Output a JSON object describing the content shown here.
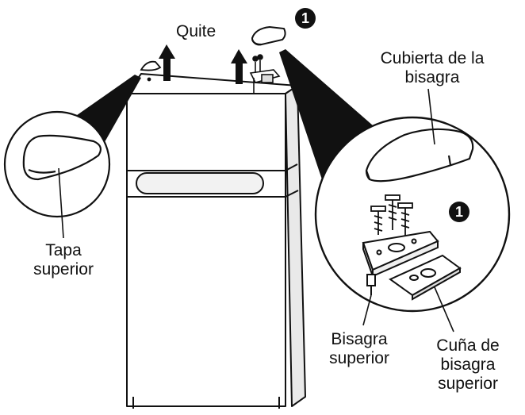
{
  "labels": {
    "remove": "Quite",
    "top_cap": [
      "Tapa",
      "superior"
    ],
    "hinge_cover": [
      "Cubierta de la",
      "bisagra"
    ],
    "top_hinge": [
      "Bisagra",
      "superior"
    ],
    "hinge_shim": [
      "Cuña de",
      "bisagra",
      "superior"
    ]
  },
  "step_badge": "1",
  "colors": {
    "line": "#111111",
    "fill": "#ffffff",
    "shade": "#e6e6e6",
    "badge": "#111111"
  }
}
